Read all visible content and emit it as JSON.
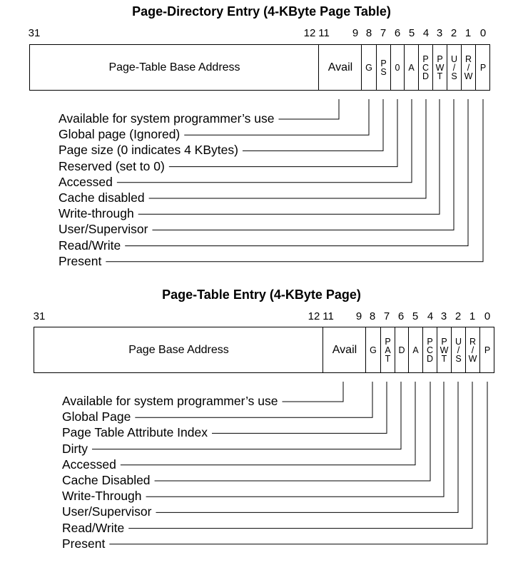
{
  "diagrams": [
    {
      "title": "Page-Directory Entry (4-KByte Page Table)",
      "bit_numbers": [
        "31",
        "12",
        "11",
        "9",
        "8",
        "7",
        "6",
        "5",
        "4",
        "3",
        "2",
        "1",
        "0"
      ],
      "address_field": "Page-Table Base Address",
      "avail_field": "Avail",
      "flags": [
        {
          "lines": [
            "G"
          ]
        },
        {
          "lines": [
            "P",
            "S"
          ]
        },
        {
          "lines": [
            "0"
          ]
        },
        {
          "lines": [
            "A"
          ]
        },
        {
          "lines": [
            "P",
            "C",
            "D"
          ]
        },
        {
          "lines": [
            "P",
            "W",
            "T"
          ]
        },
        {
          "lines": [
            "U",
            "/",
            "S"
          ]
        },
        {
          "lines": [
            "R",
            "/",
            "W"
          ]
        },
        {
          "lines": [
            "P"
          ]
        }
      ],
      "legend": [
        "Available for system programmer’s use",
        "Global page (Ignored)",
        "Page size (0 indicates 4 KBytes)",
        "Reserved (set to 0)",
        "Accessed",
        "Cache disabled",
        "Write-through",
        "User/Supervisor",
        "Read/Write",
        "Present"
      ]
    },
    {
      "title": "Page-Table Entry (4-KByte Page)",
      "bit_numbers": [
        "31",
        "12",
        "11",
        "9",
        "8",
        "7",
        "6",
        "5",
        "4",
        "3",
        "2",
        "1",
        "0"
      ],
      "address_field": "Page Base Address",
      "avail_field": "Avail",
      "flags": [
        {
          "lines": [
            "G"
          ]
        },
        {
          "lines": [
            "P",
            "A",
            "T"
          ]
        },
        {
          "lines": [
            "D"
          ]
        },
        {
          "lines": [
            "A"
          ]
        },
        {
          "lines": [
            "P",
            "C",
            "D"
          ]
        },
        {
          "lines": [
            "P",
            "W",
            "T"
          ]
        },
        {
          "lines": [
            "U",
            "/",
            "S"
          ]
        },
        {
          "lines": [
            "R",
            "/",
            "W"
          ]
        },
        {
          "lines": [
            "P"
          ]
        }
      ],
      "legend": [
        "Available for system programmer’s use",
        "Global Page",
        "Page Table Attribute Index",
        "Dirty",
        "Accessed",
        "Cache Disabled",
        "Write-Through",
        "User/Supervisor",
        "Read/Write",
        "Present"
      ]
    }
  ]
}
